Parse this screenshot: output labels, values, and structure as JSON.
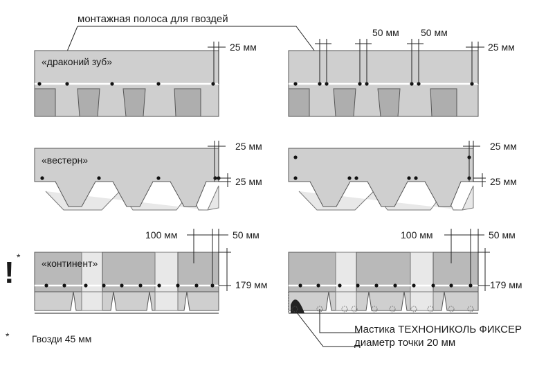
{
  "labels": {
    "nail_strip": "монтажная полоса для гвоздей",
    "dragon": "«драконий зуб»",
    "western": "«вестерн»",
    "continent": "«континент»",
    "mm25": "25 мм",
    "mm50": "50 мм",
    "mm100": "100 мм",
    "mm179": "179 мм",
    "mastic_line1": "Мастика ТЕХНОНИКОЛЬ ФИКСЕР",
    "mastic_line2": "диаметр точки 20 мм",
    "footnote_star": "*",
    "footnote": "Гвозди 45 мм",
    "warning": "!",
    "warning_star": "*"
  },
  "colors": {
    "shingle": "#cfcfcf",
    "shingle_dark": "#b9b9b9",
    "slot": "#aeaeae",
    "light_panel": "#e8e8e8",
    "nail": "#111111",
    "line": "#222222"
  }
}
